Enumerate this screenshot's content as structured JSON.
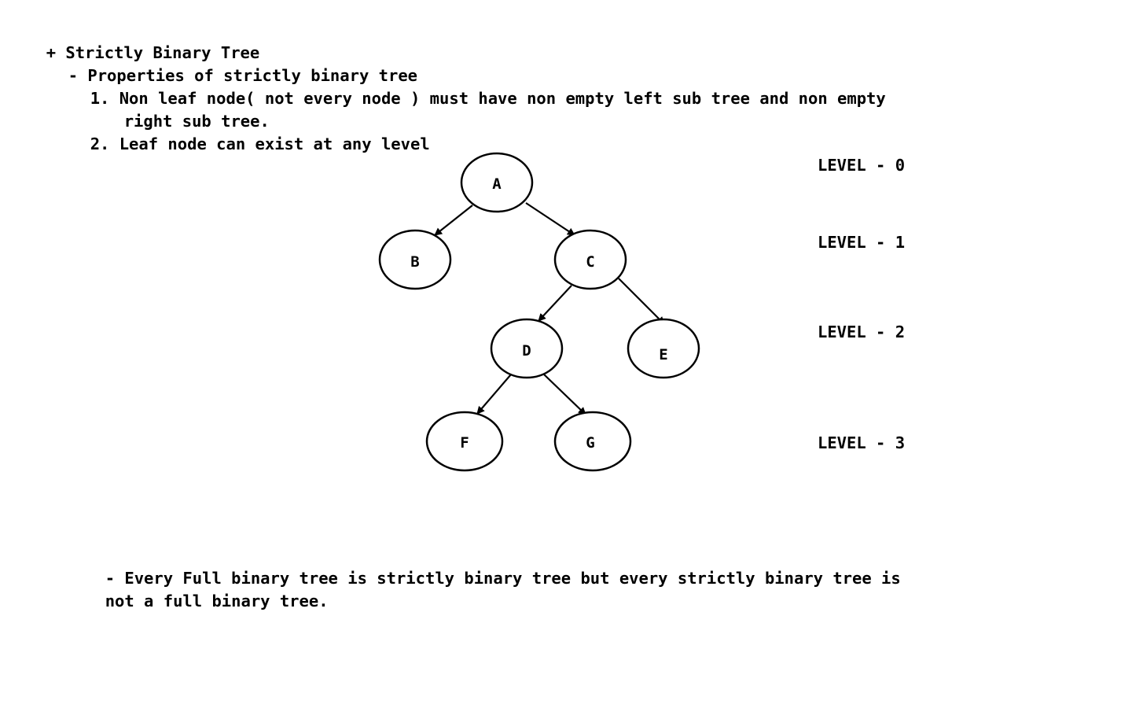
{
  "heading": {
    "bullet": "+",
    "title": "Strictly Binary Tree"
  },
  "properties": {
    "bullet": "-",
    "title": "Properties of strictly binary tree",
    "items": [
      {
        "number": "1.",
        "line1": "Non leaf node( not every node ) must have non empty left sub tree and non empty",
        "line2": "right sub tree."
      },
      {
        "number": "2.",
        "line1": "Leaf node can exist at any level"
      }
    ]
  },
  "tree": {
    "nodes": {
      "a": "A",
      "b": "B",
      "c": "C",
      "d": "D",
      "e": "E",
      "f": "F",
      "g": "G"
    },
    "levels": [
      "LEVEL - 0",
      "LEVEL - 1",
      "LEVEL - 2",
      "LEVEL - 3"
    ]
  },
  "note": {
    "bullet": "-",
    "line1": "Every Full binary tree is strictly binary tree but every strictly binary tree is",
    "line2": "not a full binary tree."
  },
  "colors": {
    "ink": "#000000",
    "background": "#ffffff"
  }
}
